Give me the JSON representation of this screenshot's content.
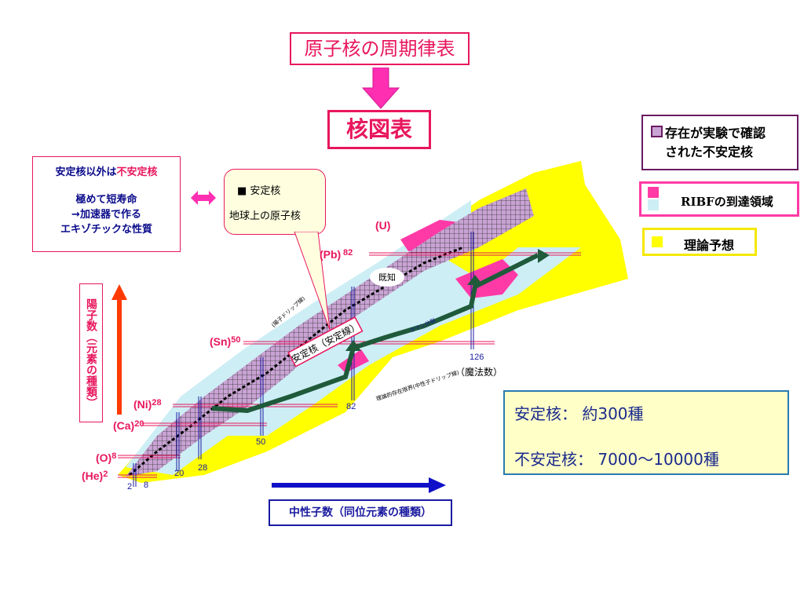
{
  "title_top": "原子核の周期律表",
  "title_main": "核図表",
  "legend": {
    "exp_line1": "存在が実験で確認",
    "exp_line2": "された不安定核",
    "ribf": "RIBFの到達領域",
    "theory": "理論予想",
    "colors": {
      "exp": "#c9a3d4",
      "ribf_pink": "#ff3aa6",
      "ribf_blue": "#cdeef5",
      "theory": "#ffff00"
    }
  },
  "left_box": {
    "line1_a": "安定核以外は",
    "line1_b": "不安定核",
    "line2": "極めて短寿命",
    "line3": "→加速器で作る",
    "line4": "エキゾチックな性質"
  },
  "callout": {
    "line1": "安定核",
    "line2": "地球上の原子核"
  },
  "proton_axis_label": "陽子数（元素の種類）",
  "neutron_axis_label": "中性子数（同位元素の種類）",
  "elements": [
    {
      "name": "(He)",
      "z": "2"
    },
    {
      "name": "(O)",
      "z": "8"
    },
    {
      "name": "(Ca)",
      "z": "20"
    },
    {
      "name": "(Ni)",
      "z": "28"
    },
    {
      "name": "(Sn)",
      "z": "50"
    },
    {
      "name": "(Pb)",
      "z": "82"
    },
    {
      "name": "(U)",
      "z": ""
    }
  ],
  "neutron_magic": [
    "2",
    "8",
    "20",
    "28",
    "50",
    "82",
    "126"
  ],
  "magic_label": "（魔法数）",
  "known_label": "既知",
  "stable_line_label": "安定核（安定線）",
  "proton_drip": "(陽子ドリップ線)",
  "neutron_drip": "理論的存在限界(中性子ドリップ線)",
  "uranium_fission": "ウラン分裂",
  "stats": {
    "stable": "安定核：  約300種",
    "unstable": "不安定核：  7000～10000種"
  }
}
